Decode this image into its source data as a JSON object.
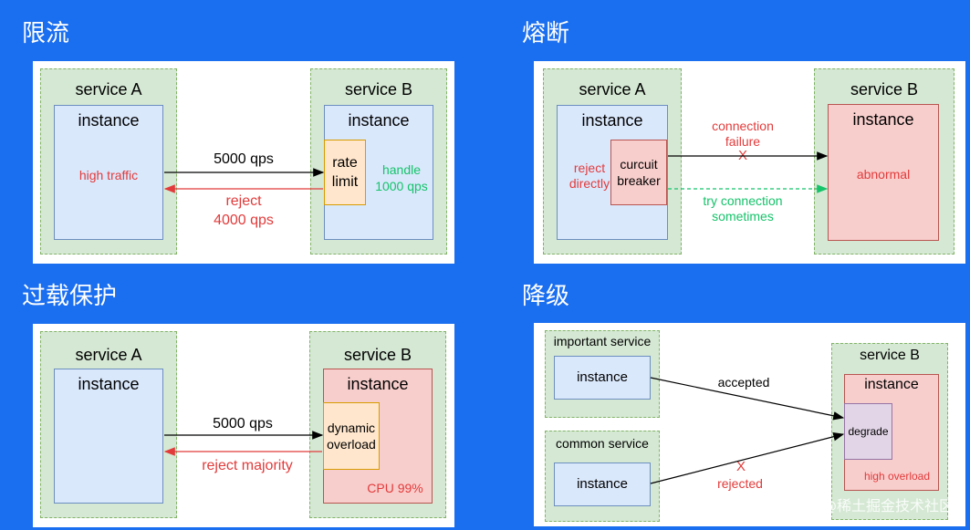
{
  "sections": {
    "rate_limit": {
      "title": "限流",
      "service_a": "service A",
      "service_b": "service B",
      "instance_a": "instance",
      "instance_b": "instance",
      "high_traffic": "high traffic",
      "qps_in": "5000 qps",
      "reject": "reject",
      "reject_qps": "4000 qps",
      "rate_limit_box": [
        "rate",
        "limit"
      ],
      "handle": "handle",
      "handle_qps": "1000 qps"
    },
    "circuit_breaker": {
      "title": "熔断",
      "service_a": "service A",
      "service_b": "service B",
      "instance_a": "instance",
      "instance_b": "instance",
      "reject_directly": [
        "reject",
        "directly"
      ],
      "breaker_box": [
        "curcuit",
        "breaker"
      ],
      "connection_failure": [
        "connection",
        "failure"
      ],
      "x_mark": "X",
      "try_connection": [
        "try connection",
        "sometimes"
      ],
      "abnormal": "abnormal"
    },
    "overload": {
      "title": "过载保护",
      "service_a": "service A",
      "service_b": "service B",
      "instance_a": "instance",
      "instance_b": "instance",
      "qps_in": "5000 qps",
      "reject_majority": "reject majority",
      "dynamic_box": [
        "dynamic",
        "overload"
      ],
      "cpu": "CPU 99%"
    },
    "degrade": {
      "title": "降级",
      "important_service": "important service",
      "common_service": "common service",
      "service_b": "service B",
      "instance_important": "instance",
      "instance_common": "instance",
      "instance_b": "instance",
      "accepted": "accepted",
      "x_mark": "X",
      "rejected": "rejected",
      "degrade_box": "degrade",
      "high_overload": "high overload"
    }
  },
  "watermark": "@稀土掘金技术社区",
  "colors": {
    "background": "#1a6ef0",
    "service_fill": "#d5e8d4",
    "instance_blue": "#dae8fc",
    "instance_red": "#f8cecc",
    "accent_red": "#e23b3b",
    "accent_green": "#15c36a"
  }
}
